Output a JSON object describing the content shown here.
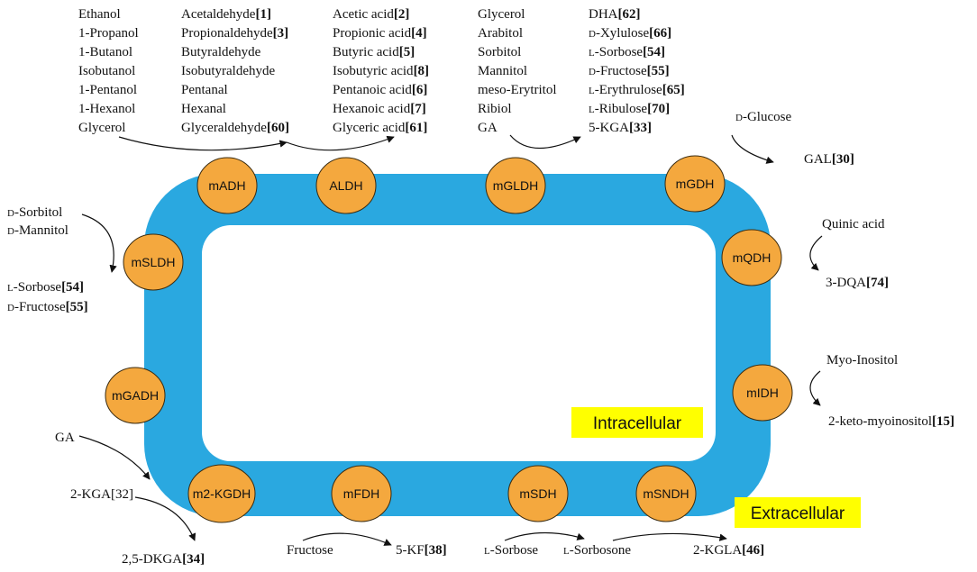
{
  "colors": {
    "membrane": "#2aa8e0",
    "enzyme_fill": "#f4a83e",
    "enzyme_stroke": "#3a2b10",
    "label_highlight": "#ffff00",
    "text": "#111111"
  },
  "labels": {
    "intracellular": "Intracellular",
    "extracellular": "Extracellular"
  },
  "enzymes": {
    "madh": "mADH",
    "aldh": "ALDH",
    "mgldh": "mGLDH",
    "mgdh": "mGDH",
    "mqdh": "mQDH",
    "midh": "mIDH",
    "msndh": "mSNDH",
    "msdh": "mSDH",
    "mfdh": "mFDH",
    "m2kgdh": "m2-KGDH",
    "mgadh": "mGADH",
    "msldh": "mSLDH"
  },
  "alcohols": [
    "Ethanol",
    "1-Propanol",
    "1-Butanol",
    "Isobutanol",
    "1-Pentanol",
    "1-Hexanol",
    "Glycerol"
  ],
  "aldehydes": [
    {
      "name": "Acetaldehyde",
      "ref": "[1]"
    },
    {
      "name": "Propionaldehyde",
      "ref": "[3]"
    },
    {
      "name": "Butyraldehyde",
      "ref": ""
    },
    {
      "name": "Isobutyraldehyde",
      "ref": ""
    },
    {
      "name": "Pentanal",
      "ref": ""
    },
    {
      "name": "Hexanal",
      "ref": ""
    },
    {
      "name": "Glyceraldehyde",
      "ref": "[60]"
    }
  ],
  "acids": [
    {
      "name": "Acetic acid",
      "ref": "[2]"
    },
    {
      "name": "Propionic acid",
      "ref": "[4]"
    },
    {
      "name": "Butyric acid",
      "ref": "[5]"
    },
    {
      "name": "Isobutyric acid",
      "ref": "[8]"
    },
    {
      "name": "Pentanoic acid",
      "ref": "[6]"
    },
    {
      "name": "Hexanoic acid",
      "ref": "[7]"
    },
    {
      "name": "Glyceric acid",
      "ref": "[61]"
    }
  ],
  "polyols": [
    "Glycerol",
    "Arabitol",
    "Sorbitol",
    "Mannitol",
    "meso-Erytritol",
    "Ribiol",
    "GA"
  ],
  "ketoses": [
    {
      "prefix": "",
      "name": "DHA",
      "ref": "[62]"
    },
    {
      "prefix": "D",
      "name": "-Xylulose",
      "ref": "[66]"
    },
    {
      "prefix": "L",
      "name": "-Sorbose",
      "ref": "[54]"
    },
    {
      "prefix": "D",
      "name": "-Fructose",
      "ref": "[55]"
    },
    {
      "prefix": "L",
      "name": "-Erythrulose",
      "ref": "[65]"
    },
    {
      "prefix": "L",
      "name": "-Ribulose",
      "ref": "[70]"
    },
    {
      "prefix": "",
      "name": "5-KGA",
      "ref": "[33]"
    }
  ],
  "gdh": {
    "substrate_prefix": "D",
    "substrate": "-Glucose",
    "product": "GAL",
    "product_ref": "[30]"
  },
  "qdh": {
    "substrate": "Quinic acid",
    "product": "3-DQA",
    "product_ref": "[74]"
  },
  "idh": {
    "substrate": "Myo-Inositol",
    "product": "2-keto-myoinositol",
    "product_ref": "[15]"
  },
  "sldh": {
    "substrates": [
      {
        "prefix": "D",
        "name": "-Sorbitol"
      },
      {
        "prefix": "D",
        "name": "-Mannitol"
      }
    ],
    "products": [
      {
        "prefix": "L",
        "name": "-Sorbose",
        "ref": "[54]"
      },
      {
        "prefix": "D",
        "name": "-Fructose",
        "ref": "[55]"
      }
    ]
  },
  "gadh": {
    "substrate": "GA",
    "product": "2-KGA",
    "product_ref": "[32]"
  },
  "kgdh": {
    "product": "2,5-DKGA",
    "product_ref": "[34]"
  },
  "fdh": {
    "substrate": "Fructose",
    "product": "5-KF",
    "product_ref": "[38]"
  },
  "sdh": {
    "substrate_prefix": "L",
    "substrate": "-Sorbose",
    "product_prefix": "L",
    "product": "-Sorbosone"
  },
  "sndh": {
    "product": "2-KGLA",
    "product_ref": "[46]"
  }
}
